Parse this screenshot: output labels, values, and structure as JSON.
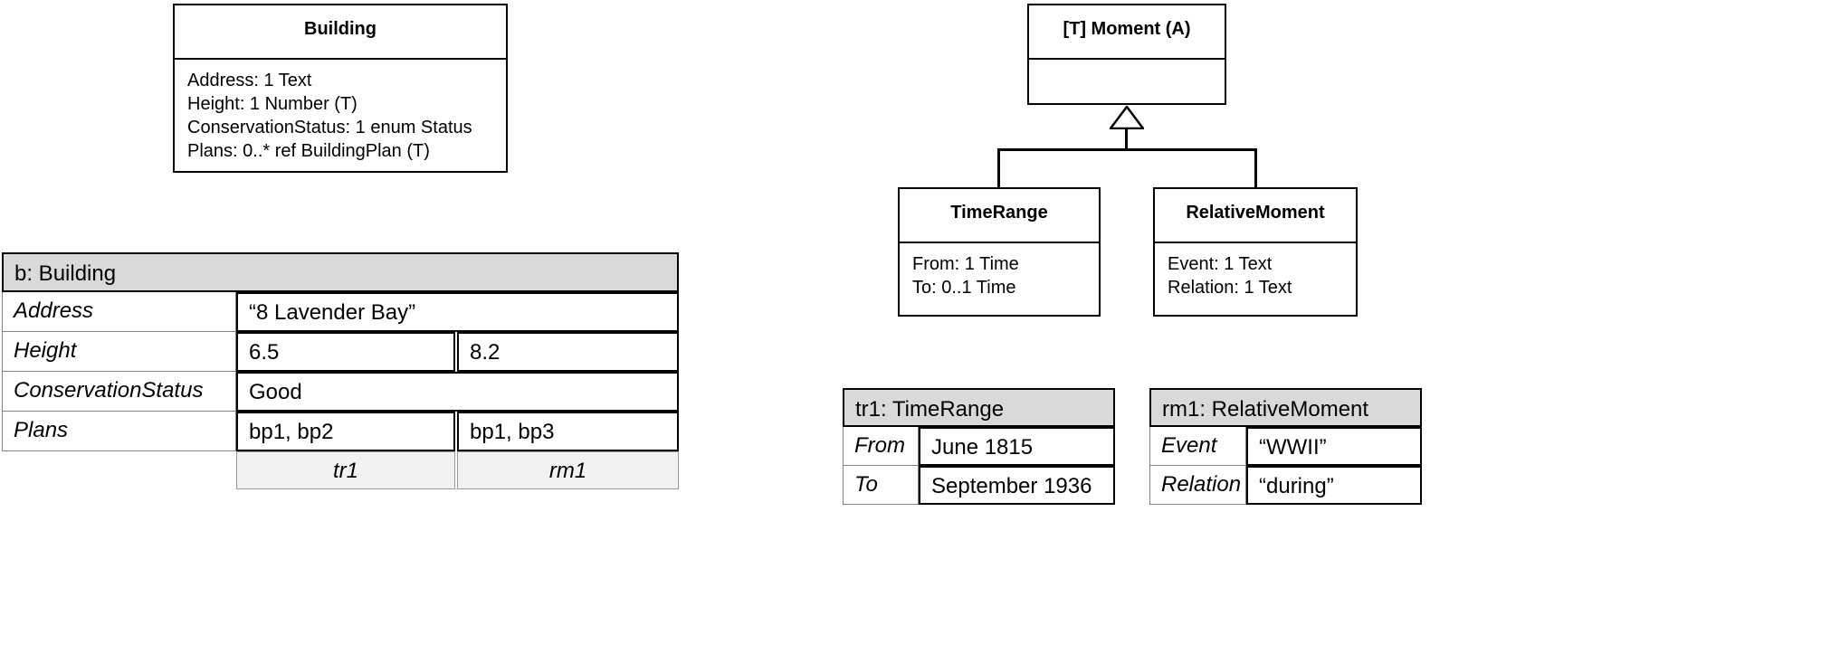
{
  "left_diagram": {
    "class_box": {
      "name": "Building",
      "attributes": [
        "Address: 1 Text",
        "Height: 1 Number (T)",
        "ConservationStatus: 1 enum Status",
        "Plans: 0..* ref BuildingPlan (T)"
      ]
    },
    "object_table": {
      "header": "b: Building",
      "rows": [
        {
          "key": "Address",
          "values": [
            "“8 Lavender Bay”"
          ]
        },
        {
          "key": "Height",
          "values": [
            "6.5",
            "8.2"
          ]
        },
        {
          "key": "ConservationStatus",
          "values": [
            "Good"
          ]
        },
        {
          "key": "Plans",
          "values": [
            "bp1, bp2",
            "bp1, bp3"
          ]
        }
      ],
      "timestamp_labels": [
        "tr1",
        "rm1"
      ]
    }
  },
  "right_diagram": {
    "super_class": {
      "name": "[T] Moment (A)",
      "attributes": []
    },
    "sub_classes": [
      {
        "name": "TimeRange",
        "attributes": [
          "From: 1 Time",
          "To: 0..1 Time"
        ]
      },
      {
        "name": "RelativeMoment",
        "attributes": [
          "Event: 1 Text",
          "Relation: 1 Text"
        ]
      }
    ],
    "object_tables": [
      {
        "header": "tr1: TimeRange",
        "rows": [
          {
            "key": "From",
            "value": "June 1815"
          },
          {
            "key": "To",
            "value": "September 1936"
          }
        ]
      },
      {
        "header": "rm1: RelativeMoment",
        "rows": [
          {
            "key": "Event",
            "value": "“WWII”"
          },
          {
            "key": "Relation",
            "value": "“during”"
          }
        ]
      }
    ]
  },
  "colors": {
    "header_fill": "#d9d9d9",
    "link_fill": "#f2f2f2",
    "stroke": "#000000"
  }
}
